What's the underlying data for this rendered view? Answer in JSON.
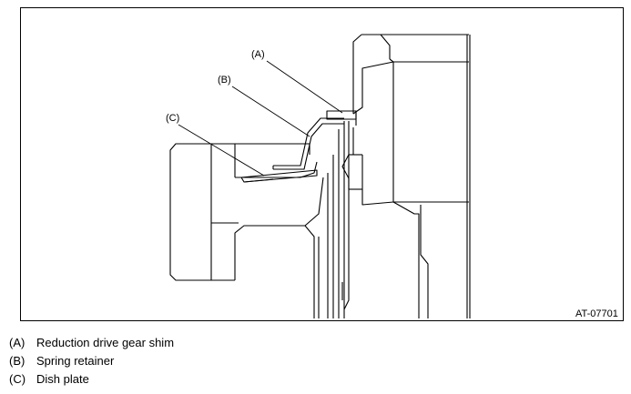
{
  "figure": {
    "id": "AT-07701",
    "callouts": [
      "(A)",
      "(B)",
      "(C)"
    ]
  },
  "legend": [
    {
      "key": "(A)",
      "label": "Reduction drive gear shim"
    },
    {
      "key": "(B)",
      "label": "Spring retainer"
    },
    {
      "key": "(C)",
      "label": "Dish plate"
    }
  ]
}
